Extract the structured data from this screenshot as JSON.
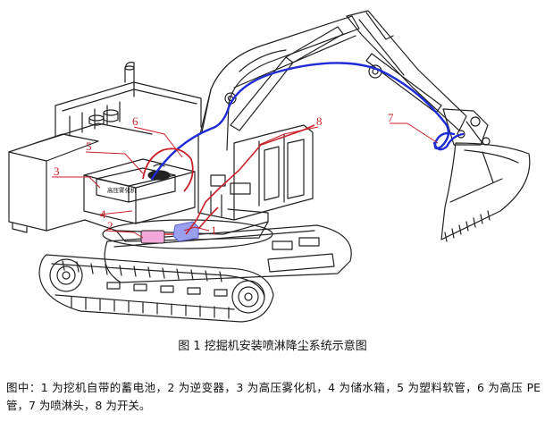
{
  "figure": {
    "caption": "图 1  挖掘机安装喷淋降尘系统示意图",
    "unit_label": "高压雾化机",
    "callouts": [
      {
        "id": "1",
        "label": "1"
      },
      {
        "id": "2",
        "label": "2"
      },
      {
        "id": "3",
        "label": "3"
      },
      {
        "id": "4",
        "label": "4"
      },
      {
        "id": "5",
        "label": "5"
      },
      {
        "id": "6",
        "label": "6"
      },
      {
        "id": "7",
        "label": "7"
      },
      {
        "id": "8",
        "label": "8"
      }
    ],
    "colors": {
      "line_art": "#222222",
      "callout_red": "#c8202a",
      "hose_blue": "#1f2bd4",
      "inverter_pink": "#f2a8d8",
      "battery_blue": "#9aa0ee"
    }
  },
  "legend": {
    "text": "图中：1 为挖机自带的蓄电池，2 为逆变器，3 为高压雾化机，4 为储水箱，5 为塑料软管，6 为高压 PE 管，7 为喷淋头，8 为开关。"
  }
}
